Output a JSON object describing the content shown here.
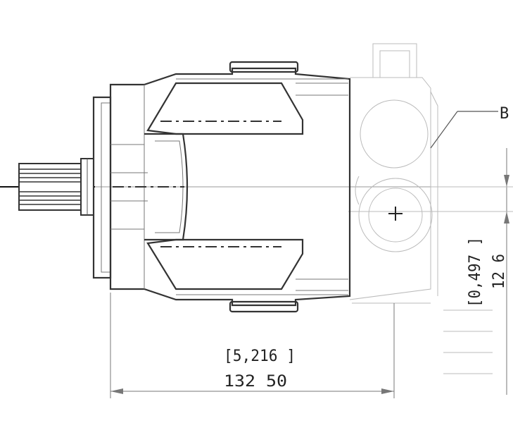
{
  "callout_label": "B",
  "horizontal_dimension": {
    "inch_value": "[5,216 ]",
    "mm_value": "132 50"
  },
  "vertical_dimension": {
    "inch_value": "[0,497 ]",
    "mm_value": "12 6"
  },
  "colors": {
    "line": "#333333",
    "thin_line": "#777777",
    "faint_line": "#bbbbbb",
    "background": "#ffffff"
  }
}
